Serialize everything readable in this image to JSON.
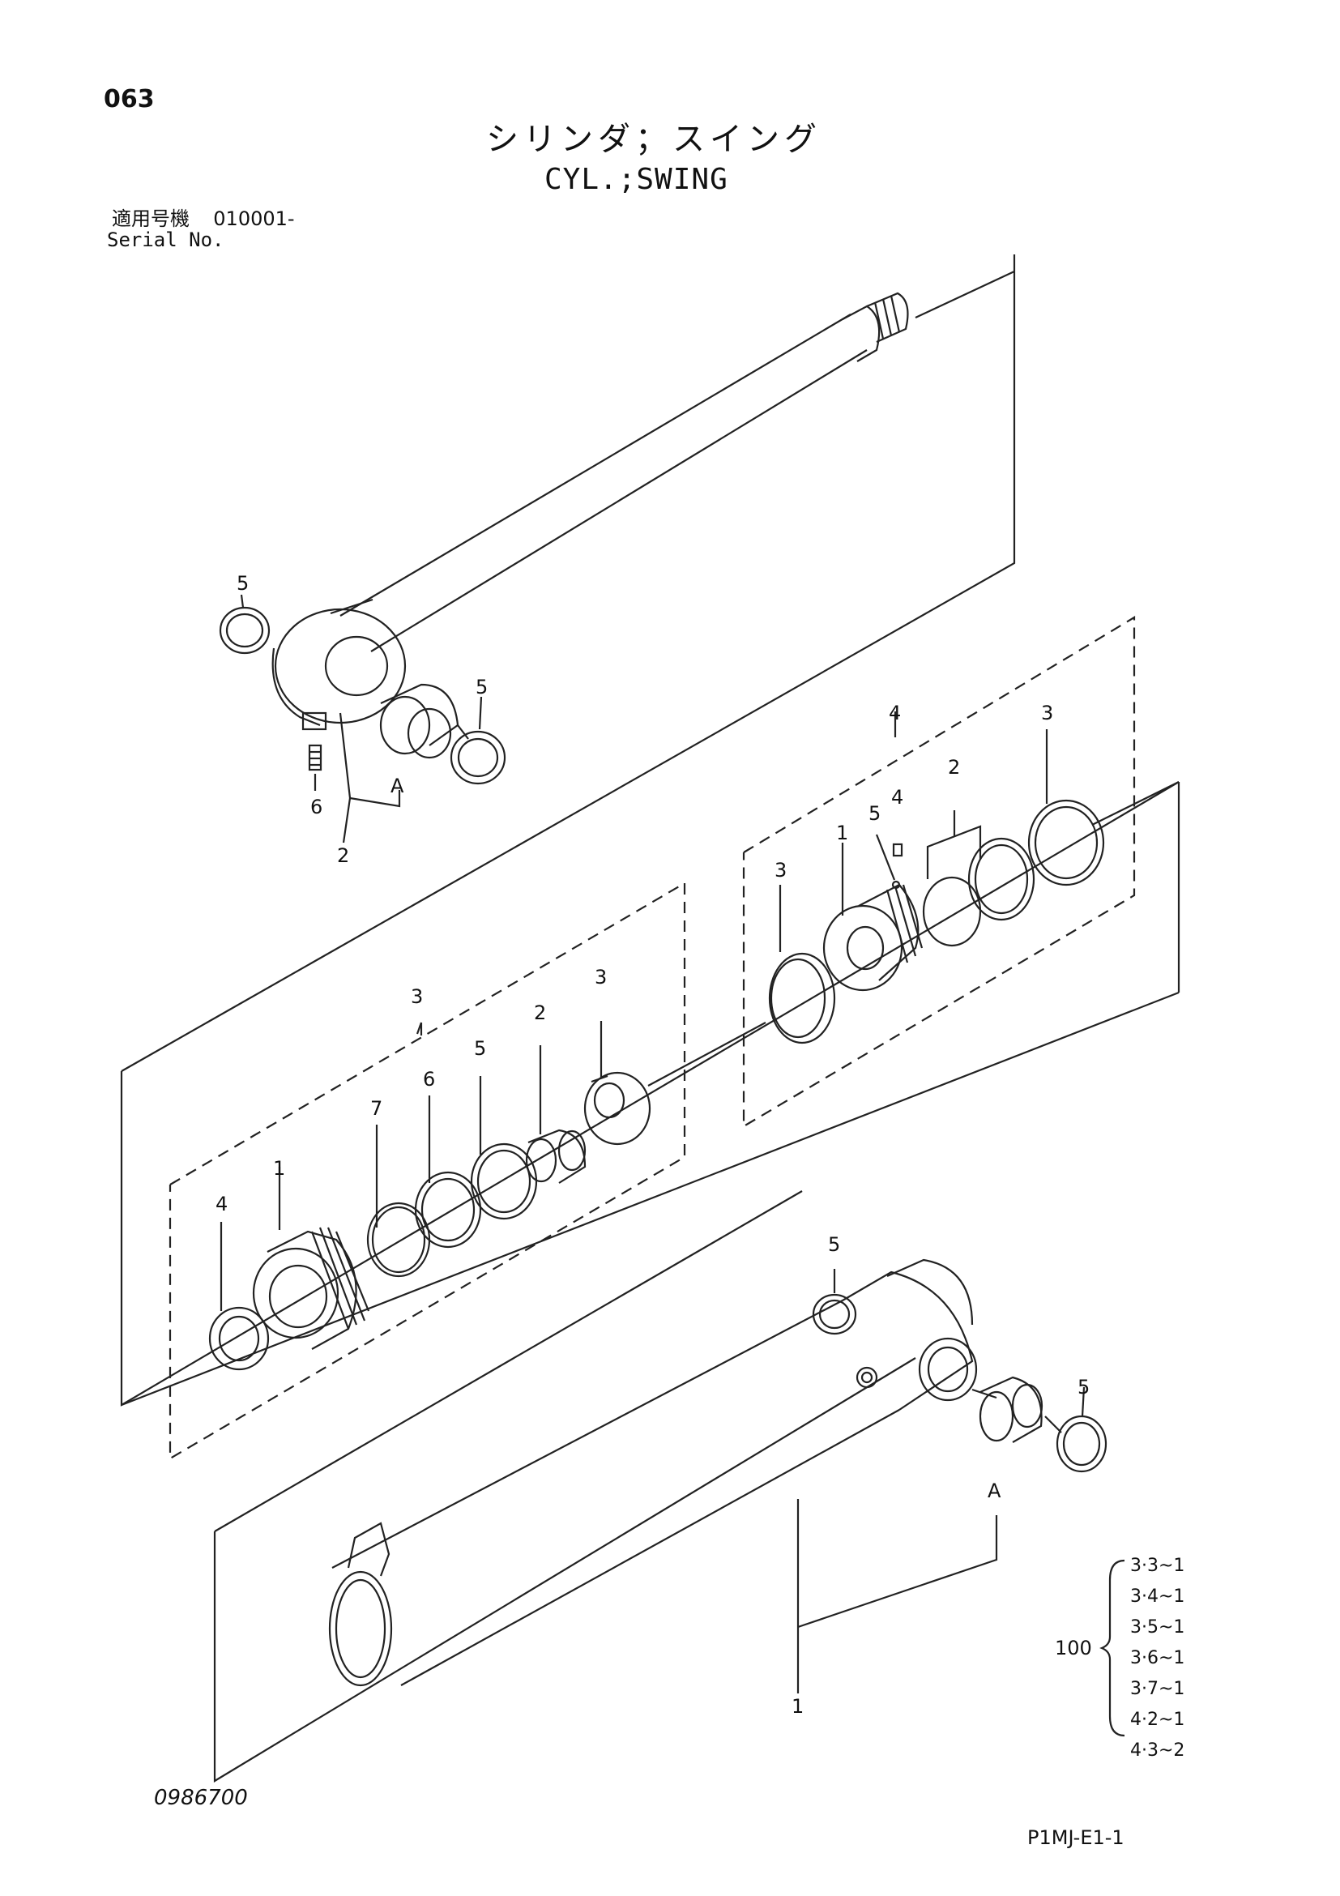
{
  "header": {
    "page_number": "063",
    "title_jp": "シリンダ；スイング",
    "title_en": "CYL.;SWING",
    "serial_label_jp": "適用号機",
    "serial_value": "010001-",
    "serial_label_en": "Serial No."
  },
  "callouts": {
    "rod_seal_upper_left": "5",
    "rod_seal_right": "5",
    "rod_grease_fitting": "6",
    "rod_bushing_a": "A",
    "rod_group": "2",
    "head_group": "3",
    "head_part_1": "1",
    "head_part_2": "2",
    "head_part_3": "3",
    "head_part_4": "4",
    "head_part_5": "5",
    "head_part_6": "6",
    "head_part_7": "7",
    "piston_group": "4",
    "piston_part_1": "1",
    "piston_part_2": "2",
    "piston_part_3_left": "3",
    "piston_part_3_right": "3",
    "piston_part_4": "4",
    "piston_part_5": "5",
    "tube_seal_upper": "5",
    "tube_seal_right": "5",
    "tube_bushing_a": "A",
    "tube_group": "1"
  },
  "kit": {
    "number": "100",
    "items": [
      "3·3~1",
      "3·4~1",
      "3·5~1",
      "3·6~1",
      "3·7~1",
      "4·2~1",
      "4·3~2"
    ]
  },
  "footer": {
    "doc_number": "0986700",
    "sheet_code": "P1MJ-E1-1"
  }
}
